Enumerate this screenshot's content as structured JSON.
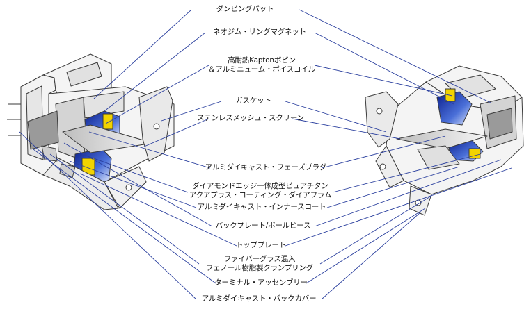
{
  "labels": {
    "damping_pad": "ダンピングパット",
    "neo_ring": "ネオジム・リングマグネット",
    "bobbin_1": "高耐熱Kaptonボビン",
    "bobbin_2": "＆アルミニューム・ボイスコイル",
    "gasket": "ガスケット",
    "mesh": "ステンレスメッシュ・スクリーン",
    "phase_plug": "アルミダイキャスト・フェーズプラグ",
    "diaphragm_1": "ダイアモンドエッジ一体成型ピュアチタン",
    "diaphragm_2": "アクアプラス・コーティング・ダイアフラム",
    "throat": "アルミダイキャスト・インナースロート",
    "back_plate": "バックプレート/ポールピース",
    "top_plate": "トッププレート",
    "clamp_1": "ファイバーグラス混入",
    "clamp_2": "フェノール樹脂製クランプリング",
    "terminal": "ターミナル・アッセンブリー",
    "back_cover": "アルミダイキャスト・バックカバー"
  },
  "colors": {
    "leader_line": "#2a3f9e",
    "outline": "#3a3a3a",
    "body_fill": "#f4f4f4",
    "shade": "#cfcfcf",
    "dark_shade": "#9a9a9a",
    "coil_yellow": "#f2d300",
    "magnet_blue": "#1d3fb0",
    "diaphragm_gradient": "#4a6fd8"
  }
}
